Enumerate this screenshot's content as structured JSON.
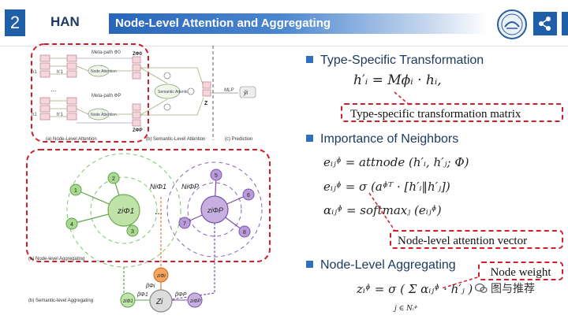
{
  "header": {
    "slide_number": "2",
    "section": "HAN",
    "title": "Node-Level Attention and Aggregating",
    "logo": "university-seal-icon",
    "share_icon": "share-icon"
  },
  "figure_top": {
    "metapath_0": "Meta-path Φ0",
    "metapath_p": "Meta-path ΦP",
    "node_attention": "Node Attention",
    "semantic_attention": "Semantic Attention",
    "z_phi0": "ZΦ0",
    "z_phip": "ZΦP",
    "z": "Z",
    "mlp": "MLP",
    "y_label": "ỹi",
    "dots": "...",
    "caption_a": "(a) Node-Level Attention",
    "caption_b": "(b) Semantic-Level Attention",
    "caption_c": "(c) Prediction"
  },
  "figure_bottom": {
    "center_left": "ziΦ1",
    "center_right": "ziΦP",
    "neigh_left_label": "NiΦ1",
    "neigh_right_label": "NiΦP",
    "dots": "...",
    "left_nodes": [
      "1",
      "2",
      "3",
      "4"
    ],
    "right_nodes": [
      "5",
      "6",
      "7",
      "8"
    ],
    "caption_a": "(a) Node-level Aggregating",
    "caption_b": "(b) Semantic-level Aggregating",
    "zi": "Zi",
    "z1": "ziΦ1",
    "zp": "ziΦP",
    "beta1": "βΦ1",
    "betap": "βΦP",
    "orange_node": "ziΦi",
    "beta_mid": "βΦi"
  },
  "right": {
    "b1_title": "Type-Specific Transformation",
    "eq1": "h′ᵢ = M𝜙ᵢ · hᵢ,",
    "annot1": "Type-specific transformation matrix",
    "b2_title": "Importance of Neighbors",
    "eq2": "eᵢⱼᶲ = attnode (h′ᵢ, h′ⱼ; Φ)",
    "eq3": "eᵢⱼᶲ = σ (aᶲᵀ · [h′ᵢ‖h′ⱼ])",
    "eq4": "αᵢⱼᶲ = softmaxⱼ (eᵢⱼᶲ)",
    "annot2": "Node-level attention vector",
    "b3_title": "Node-Level Aggregating",
    "annot3": "Node weight",
    "eq5": "zᵢᶲ = σ ( Σ αᵢⱼᶲ · h′ⱼ )",
    "eq5_sub": "j ∈ Nᵢᶲ",
    "wechat": "图与推荐"
  },
  "colors": {
    "accent": "#1f5fa8",
    "dashed": "#d01e2a",
    "green": "#7cc36b",
    "purple": "#8a63b8"
  }
}
